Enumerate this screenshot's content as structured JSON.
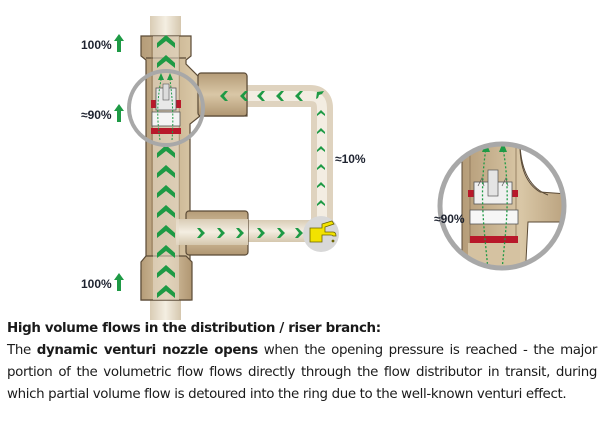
{
  "diagram": {
    "labels": {
      "top_flow": "100%",
      "venturi_flow": "≈90%",
      "bypass_flow": "≈10%",
      "bottom_flow": "100%",
      "detail_flow": "≈90%"
    },
    "colors": {
      "pipe_light": "#e6dccb",
      "fitting_tan": "#c6b08f",
      "fitting_outline": "#5a4a36",
      "arrow_green": "#1e9a45",
      "ring_gray": "#a8a8a8",
      "seal_red": "#b8182a",
      "tap_yellow": "#f2e200"
    }
  },
  "caption": {
    "title": "High volume flows in the distribution / riser branch:",
    "body_lead": "The ",
    "body_bold": "dynamic venturi nozzle opens",
    "body_rest": " when the opening pressure is reached - the major portion of the volumetric flow flows directly through the flow distributor in transit, during which partial volume flow is detoured into the ring due to the well-known venturi effect."
  }
}
